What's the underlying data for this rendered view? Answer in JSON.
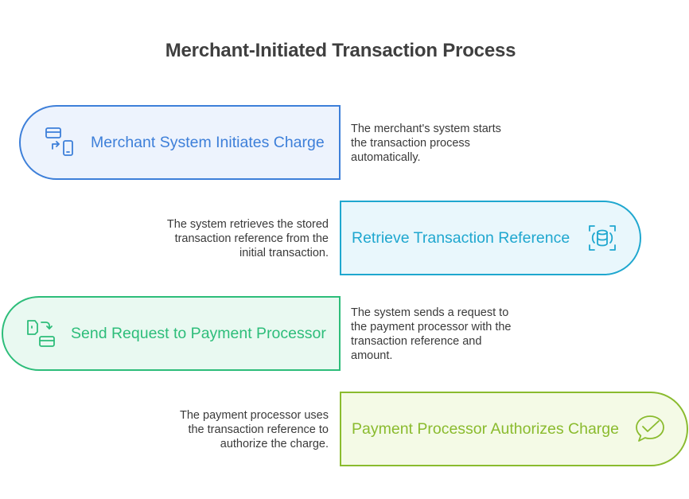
{
  "title": "Merchant-Initiated Transaction Process",
  "steps": [
    {
      "label": "Merchant System Initiates Charge",
      "description": [
        "The merchant's system starts",
        "the transaction process",
        "automatically."
      ],
      "icon": "card-phone-exchange-icon",
      "color": "#3d7fd9",
      "fill": "#edf3fd"
    },
    {
      "label": "Retrieve Transaction Reference",
      "description": [
        "The system retrieves the stored",
        "transaction reference from the",
        "initial transaction."
      ],
      "icon": "database-scan-icon",
      "color": "#1fa7cf",
      "fill": "#e9f7fc"
    },
    {
      "label": "Send Request to Payment Processor",
      "description": [
        "The system sends a request to",
        "the payment processor with the",
        "transaction reference and",
        "amount."
      ],
      "icon": "wallet-card-transfer-icon",
      "color": "#2dbd7a",
      "fill": "#e9f9f1"
    },
    {
      "label": "Payment Processor Authorizes Charge",
      "description": [
        "The payment processor uses",
        "the transaction reference to",
        "authorize the charge."
      ],
      "icon": "check-bubble-icon",
      "color": "#8abb2e",
      "fill": "#f4fae6"
    }
  ]
}
